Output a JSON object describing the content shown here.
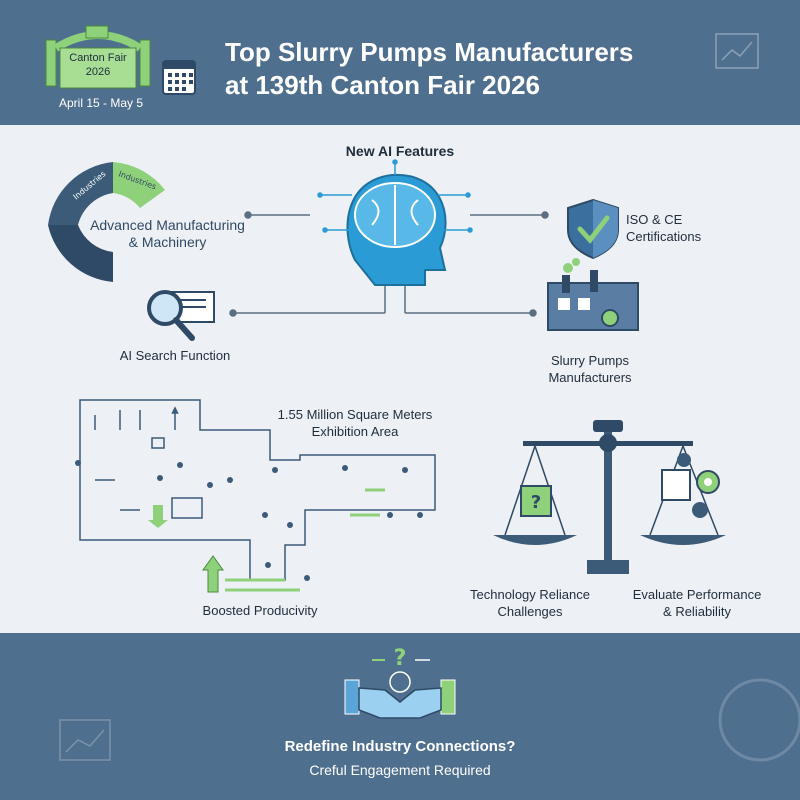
{
  "header": {
    "title_line1": "Top Slurry Pumps Manufacturers",
    "title_line2": "at 139th Canton Fair 2026",
    "badge_line1": "Canton Fair",
    "badge_line2": "2026",
    "dates": "April 15 - May 5",
    "icons": [
      "gate-icon",
      "calendar-icon",
      "chart-icon"
    ]
  },
  "main": {
    "section_title": "New AI Features",
    "donut": {
      "segment_labels": [
        "Industries",
        "Industries"
      ],
      "label": "Advanced Manufacturing\n& Machinery"
    },
    "certifications": "ISO & CE\nCertifications",
    "search": "AI Search Function",
    "manufacturers": "Slurry Pumps\nManufacturers",
    "area": "1.55 Million Square Meters\nExhibition Area",
    "productivity": "Boosted Producivity",
    "challenges": "Technology Reliance\nChallenges",
    "evaluate": "Evaluate Performance\n& Reliability"
  },
  "footer": {
    "question": "Redefine Industry Connections?",
    "subtitle": "Creful Engagement Required"
  },
  "colors": {
    "header_bg": "#4f6f8f",
    "panel_bg": "#edf0f4",
    "accent_green": "#7cc26a",
    "brain_blue": "#2b9bd6",
    "dark_navy": "#2f4a66"
  }
}
